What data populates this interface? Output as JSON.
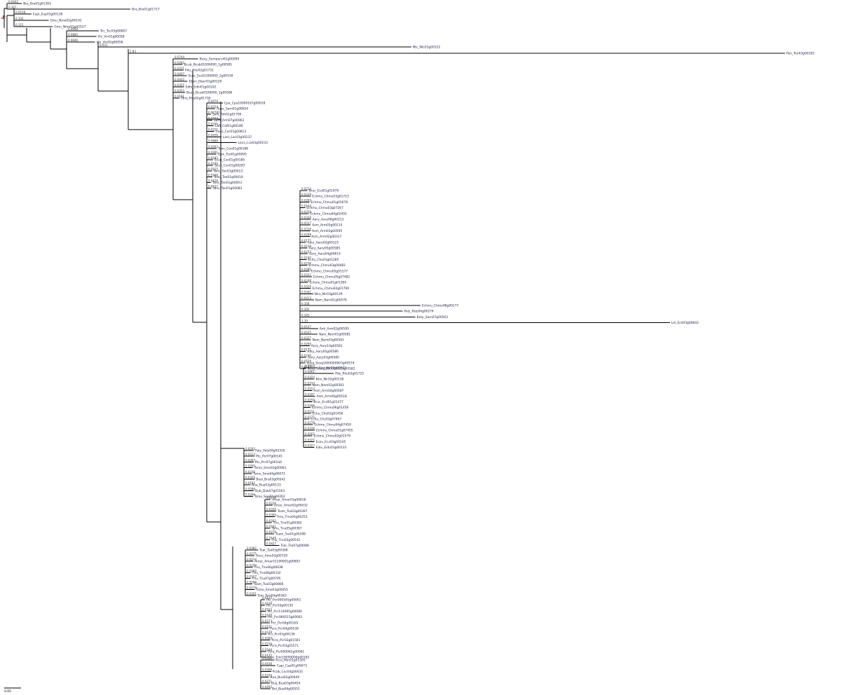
{
  "tree": {
    "scale_label": "0.05",
    "clades": [
      {
        "leaves": [
          "Bra_Bra01g01393",
          "Bra_Bra01g01717"
        ],
        "lens": [
          "0.0442",
          "0.367"
        ]
      },
      {
        "leaves": [
          "Eupl_Eup01g00138",
          "Gmu_Nmo02g00142",
          "Gmu_Nmo01g02527"
        ],
        "lens": [
          "0.0518",
          "0.103",
          "0.115"
        ]
      },
      {
        "leaves": [
          "Tcc_Tcc03g00807",
          "Viv_Viv01g00058",
          "Viv_Viv02g00058"
        ],
        "lens": [
          "0.0958",
          "0.0885",
          "0.0846"
        ]
      },
      {
        "leaves": [
          "Ntc_Ntc01g00122"
        ],
        "lens": [
          "0.931"
        ]
      },
      {
        "leaves": [
          "Pen_Ten03g00183"
        ],
        "lens": [
          "2.83"
        ]
      },
      {
        "leaves": [
          "Buxy_Sempervi01g00099",
          "Bcub_Bcub01000000_1g00585",
          "Pdu_Pdu02g01731",
          "Scos_Scs01000000_2g00539",
          "Ebon_Eban01g00129",
          "Edhi_Edhi01g00102",
          "Bcub_Bcub0100000_1g00586",
          "Pbrz_Pdu02g01730"
        ],
        "lens": [
          "0.0744",
          "0.0282",
          "0.0311",
          "0.0407",
          "0.0432",
          "0.0325",
          "0.0353",
          "0.0191"
        ]
      },
      {
        "leaves": [
          "Cpa_Cpa10000167g00018",
          "Ruso_Sam01g00654",
          "Sats_Ath01g01700",
          "Sum_Arm07g00063",
          "Cafl_Caf01g00186",
          "Coco_Coc01g00813",
          "Lact_Lac03g00237",
          "Laca_Lca03g00233",
          "Tcon_Con01g00188",
          "Tcon_Tco01g00095",
          "Scun_Csn01g00185",
          "Scun_Csn01g00287",
          "Tanc_Tan01g00013",
          "Tanc_Tan01g00018",
          "Tanc_Tan01g00003",
          "Tanc_Tan01g00083"
        ],
        "lens": [
          "0.0479",
          "0.0254",
          "0.00782",
          "0.0163",
          "0.0195",
          "0.0221",
          "0.0436",
          "0.0888",
          "0.0293",
          "0.0281",
          "0.0183",
          "0.0190",
          "0.0155",
          "0.0166",
          "0.0129",
          "0.0137"
        ]
      },
      {
        "leaves": [
          "Bruc_Ecd01g01979",
          "Echmu_Chmu03g01723",
          "Echmu_Chmu01g01678",
          "Echmu_Chmu03g07267",
          "Echmu_Chmu04g02455",
          "Aary_Aary08g00213",
          "Asm_Arm03g00214",
          "Asm_Arm03g00595",
          "Asm_Arm02g00317",
          "Aary_Aary02g00125",
          "Aary_Aary05g00585",
          "Aary_Aary04g00614",
          "Echu_Chu01g01285",
          "Echmu_Chmu03g00482",
          "Echmu_Chmu05g01577",
          "Echmu_Chmu05g07482",
          "Echmu_Chmu01g01284",
          "Echmu_Chmu02g01790",
          "Niro_Nir03g00139",
          "Nam_Nam01g00576",
          "Echmu_Chmu08g00177",
          "Paly_Paly04g00274",
          "Buty_Sam07g00563",
          "Lel_Ecd03g00843",
          "Aml_Arm02g00595",
          "Nam_Nam01g00581",
          "Nam_Nam03g00583",
          "Aary_Aary10g00581",
          "Aary_Aary05g00580",
          "Aary_Aary03g00580",
          "Sesq_Sesq1000000003g00574",
          "Sesq_Sesq1000000003g00582"
        ],
        "lens": [
          "0.0223",
          "0.0319",
          "0.0282",
          "0.0154",
          "0.0258",
          "0.0328",
          "0.0317",
          "0.0316",
          "0.0298",
          "0.0175",
          "0.0219",
          "0.0233",
          "0.0197",
          "0.0220",
          "0.0286",
          "0.0351",
          "0.0240",
          "0.0326",
          "0.0391",
          "0.0413",
          "0.358",
          "0.305",
          "0.343",
          "1.10",
          "0.0537",
          "0.0525",
          "0.0327",
          "0.0290",
          "0.0171",
          "0.0190",
          "0.0159",
          "0.0177"
        ]
      },
      {
        "leaves": [
          "Niro_Nir03g00571",
          "Pdu_Pdu03g01725",
          "Niro_Nir02g00138",
          "Nam_Nam02g00583",
          "Asm_Arm04g00587",
          "Asm_Arm06g00518",
          "Bruc_Ecd01g01477",
          "Echmu_Chmu06g01456",
          "Echu_Chu02g01456",
          "Echu_Chu03g07467",
          "Echmu_Chmu04g07459",
          "Echmu_Chmu01g07455",
          "Echmu_Chmu02g01579",
          "Ecov_Ecv03g00145",
          "Eidu_Eidu03g00133"
        ],
        "lens": [
          "0.0404",
          "0.0901",
          "0.0324",
          "0.0223",
          "0.0257",
          "0.0347",
          "0.0259",
          "0.0206",
          "0.0221",
          "0.0175",
          "0.0278",
          "0.0336",
          "0.0262",
          "0.0325",
          "0.0327"
        ]
      },
      {
        "leaves": [
          "Paly_Paly09g00330",
          "Ptc_Pcr07g00141",
          "Ptc_Pcr07g00144",
          "Tsmo_Smo02g00063",
          "Tsmo_Smo04g00073",
          "Bool_Bra03g00542",
          "Bua_Bua03g00133",
          "Dub_Dub07g01503",
          "Tsmo_Sno01g00262"
        ],
        "lens": [
          "0.0293",
          "0.0313",
          "0.0287",
          "0.0265",
          "0.0236",
          "0.0320",
          "0.0193",
          "0.0288",
          "0.0266"
        ]
      },
      {
        "leaves": [
          "Amar_Amar01g00818",
          "Amar_Amar02g00432",
          "Tsam_Tsa03g00397",
          "Tmu_Tmu04g00253",
          "Tnu_Tnu01g00582",
          "Tanu_Tnu05g00367",
          "Tsam_Tsa01g00398",
          "Tnu_Tnu03g00542",
          "Tsar_Tsa07g00088"
        ],
        "lens": [
          "0.0171",
          "0.0226",
          "0.0330",
          "0.0304",
          "0.0202",
          "0.0161",
          "0.0276",
          "0.0149",
          "0.0427"
        ]
      },
      {
        "leaves": [
          "Tsar_Tsa03g00368",
          "Anru_Ame03g00729",
          "Amar_Amar01100001g00893",
          "Tnu_Tnu06g00638",
          "Tnu_Tnu08g00332",
          "Tnu_Tnu07g00795",
          "Tsam_Tsa03g00866",
          "Tsmo_Smo03g00455",
          "Tsm_Tsm04g00363"
        ],
        "lens": [
          "0.0382",
          "0.0275",
          "0.0234",
          "0.0220",
          "0.0160",
          "0.0157",
          "0.0204",
          "0.0279",
          "0.0321"
        ]
      },
      {
        "leaves": [
          "Ptc_Pcr000545g00001",
          "Ptc_Pcr03g00135",
          "Ptc_Pcr114065g00080",
          "Ptc_Pcr084515g00081",
          "Pcr_Pcr04g00165",
          "Pcra_Pcr04g00536",
          "Pcr_Pcr03g00136",
          "Pcra_Pcr02g01581",
          "Pcra_Pcr03g01571",
          "Pcra_Pcr000062g00061",
          "Eiov_Eior10000000g00182"
        ],
        "lens": [
          "0.0120",
          "0.0108",
          "0.0155",
          "0.0170",
          "0.0273",
          "0.0231",
          "0.0179",
          "0.0280",
          "0.0233",
          "0.0168",
          "0.0172"
        ]
      },
      {
        "leaves": [
          "Acul_Mor01g01305",
          "Capi_Cap01g00673",
          "Pcob_Coc04g00435",
          "Bua_Bua02g00449",
          "Bua_Bua03g00454",
          "Bol_Bua04g00551"
        ],
        "lens": [
          "0.0406",
          "0.0438",
          "0.0308",
          "0.0242",
          "0.0271",
          "0.0292"
        ]
      }
    ]
  }
}
